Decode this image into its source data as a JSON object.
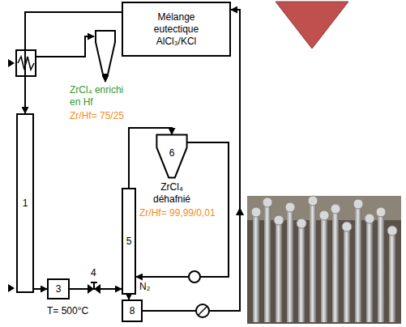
{
  "diagram": {
    "nodes": [
      {
        "text": [
          "Mélange eutectique AlCl₃/KCl"
        ]
      },
      {
        "text": [
          "1"
        ]
      },
      {
        "text": [
          "6"
        ]
      },
      {
        "text": [
          "5"
        ]
      },
      {
        "text": [
          "3"
        ]
      },
      {
        "text": [
          "8"
        ]
      }
    ],
    "edges": [
      {
        "from": 0,
        "to": 1,
        "arrow": "to"
      },
      {
        "from": 1,
        "to": 4,
        "arrow": "to"
      },
      {
        "from": 4,
        "to": 3,
        "arrow": "to"
      },
      {
        "from": 3,
        "to": 2,
        "arrow": "to"
      },
      {
        "from": 2,
        "to": 3,
        "arrow": "to"
      },
      {
        "from": 3,
        "to": 5,
        "arrow": "to"
      },
      {
        "from": 5,
        "to": 0,
        "arrow": "to"
      }
    ],
    "labels": [
      "ZrCl₄ enrichi en Hf",
      "Zr/Hf= 75/25",
      "ZrCl₄ déhafnié",
      "Zr/Hf= 99,99/0,01",
      "4",
      "N₂",
      "T= 500°C"
    ]
  }
}
